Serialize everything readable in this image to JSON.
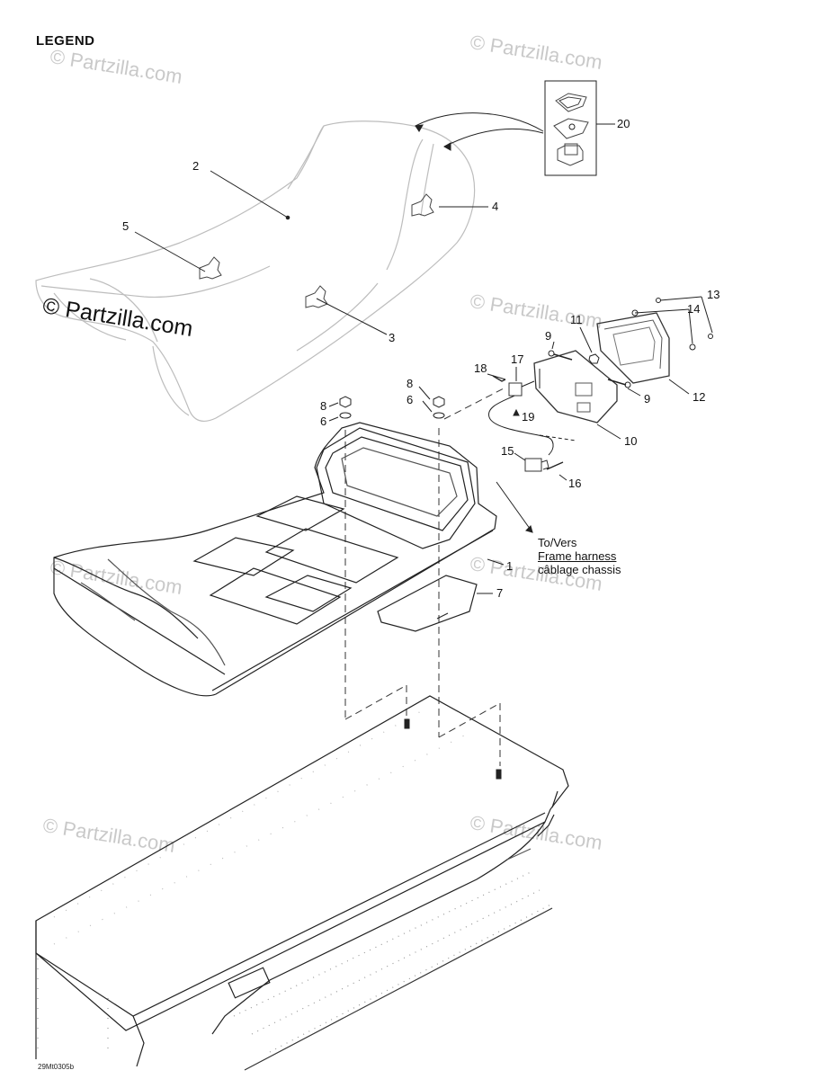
{
  "legend_title": "LEGEND",
  "drawing_code": "29Mt0305b",
  "watermark": {
    "main": "© Partzilla.com",
    "faint": "© Partzilla.com"
  },
  "harness_note": {
    "line1": "To/Vers",
    "line2": "Frame harness",
    "line3": "câblage chassis"
  },
  "callouts": {
    "c1": "1",
    "c2": "2",
    "c3": "3",
    "c4": "4",
    "c5": "5",
    "c6a": "6",
    "c6b": "6",
    "c7": "7",
    "c8a": "8",
    "c8b": "8",
    "c9a": "9",
    "c9b": "9",
    "c10": "10",
    "c11": "11",
    "c12": "12",
    "c13": "13",
    "c14": "14",
    "c15": "15",
    "c16": "16",
    "c17": "17",
    "c18": "18",
    "c19": "19",
    "c20": "20"
  }
}
